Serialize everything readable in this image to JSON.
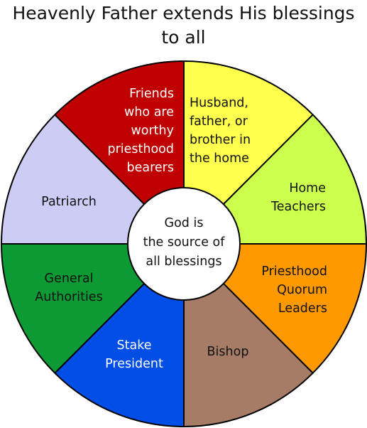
{
  "title": {
    "line1": "Heavenly Father extends His blessings",
    "line2": "to all"
  },
  "center": {
    "lines": [
      "God is",
      "the source of",
      "all blessings"
    ]
  },
  "segments": [
    {
      "lines": [
        "Husband,",
        "father, or",
        "brother in",
        "the home"
      ],
      "color": "#ffff4d",
      "text_color": "#111111"
    },
    {
      "lines": [
        "Home",
        "Teachers"
      ],
      "color": "#ccff4d",
      "text_color": "#111111"
    },
    {
      "lines": [
        "Priesthood",
        "Quorum",
        "Leaders"
      ],
      "color": "#ff9900",
      "text_color": "#111111"
    },
    {
      "lines": [
        "Bishop"
      ],
      "color": "#a67c66",
      "text_color": "#111111"
    },
    {
      "lines": [
        "Stake",
        "President"
      ],
      "color": "#004ee6",
      "text_color": "#ffffff"
    },
    {
      "lines": [
        "General",
        "Authorities"
      ],
      "color": "#0d9933",
      "text_color": "#111111"
    },
    {
      "lines": [
        "Patriarch"
      ],
      "color": "#ccccf5",
      "text_color": "#111111"
    },
    {
      "lines": [
        "Friends",
        "who are",
        "worthy",
        "priesthood",
        "bearers"
      ],
      "color": "#c00000",
      "text_color": "#ffffff"
    }
  ]
}
